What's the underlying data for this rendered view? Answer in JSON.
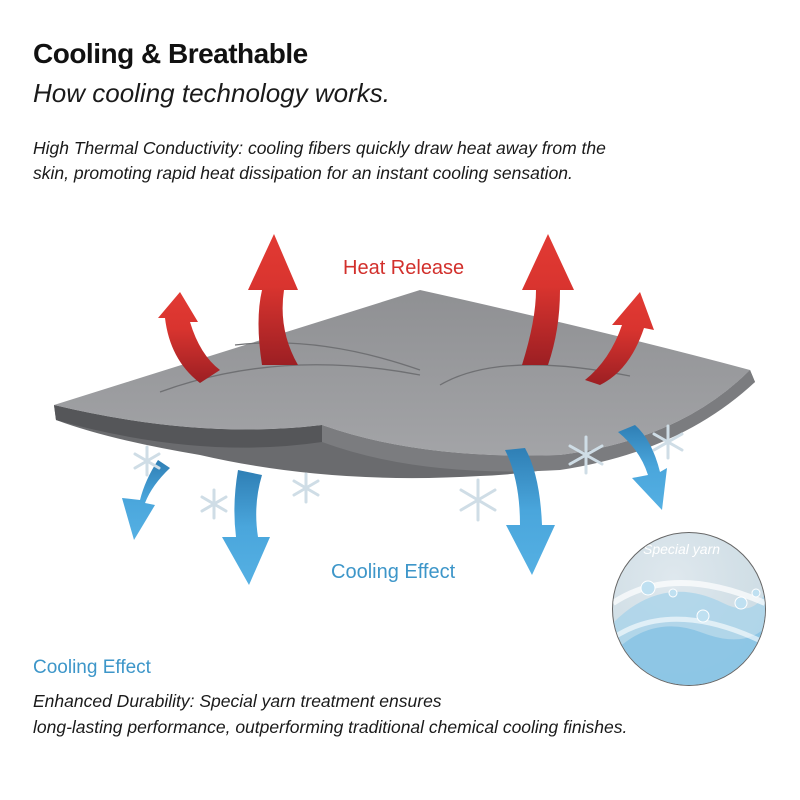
{
  "header": {
    "title": "Cooling & Breathable",
    "subtitle": "How cooling technology works."
  },
  "intro": {
    "text": "High Thermal Conductivity: cooling fibers quickly draw heat away from the skin, promoting rapid heat  dissipation for an instant cooling sensation."
  },
  "diagram": {
    "heat_label": "Heat Release",
    "cooling_label": "Cooling Effect",
    "fabric_color": "#9a9b9e",
    "fabric_edge_color": "#5f6063",
    "heat_arrow_color": "#d9342f",
    "cool_arrow_color": "#4aa6dc",
    "snowflake_color": "#cfdde6",
    "inset": {
      "label": "Special yarn"
    }
  },
  "footer": {
    "section_label": "Cooling Effect",
    "text_line1": "Enhanced Durability: Special yarn treatment ensures",
    "text_line2": "long-lasting performance, outperforming traditional chemical cooling finishes."
  }
}
